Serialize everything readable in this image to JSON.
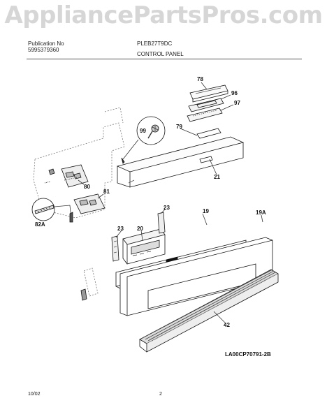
{
  "watermark": "AppliancePartsPros.com",
  "header": {
    "line1_left": "Publication No",
    "line1_mid": "PLEB27T9DC",
    "line2_left": "5995379360",
    "section_title": "CONTROL PANEL"
  },
  "parts": [
    {
      "id": "78"
    },
    {
      "id": "96"
    },
    {
      "id": "97"
    },
    {
      "id": "99"
    },
    {
      "id": "79"
    },
    {
      "id": "21"
    },
    {
      "id": "80"
    },
    {
      "id": "81"
    },
    {
      "id": "82A"
    },
    {
      "id": "23a"
    },
    {
      "id": "23b"
    },
    {
      "id": "20"
    },
    {
      "id": "19"
    },
    {
      "id": "19A"
    },
    {
      "id": "42"
    }
  ],
  "labels": {
    "p78": "78",
    "p96": "96",
    "p97": "97",
    "p99": "99",
    "p79": "79",
    "p21": "21",
    "p80": "80",
    "p81": "81",
    "p82A": "82A",
    "p23a": "23",
    "p23b": "23",
    "p20": "20",
    "p19": "19",
    "p19A": "19A",
    "p42": "42"
  },
  "diagram_code": "LA00CP70791-2B",
  "footer": {
    "date": "10/02",
    "page": "2"
  }
}
